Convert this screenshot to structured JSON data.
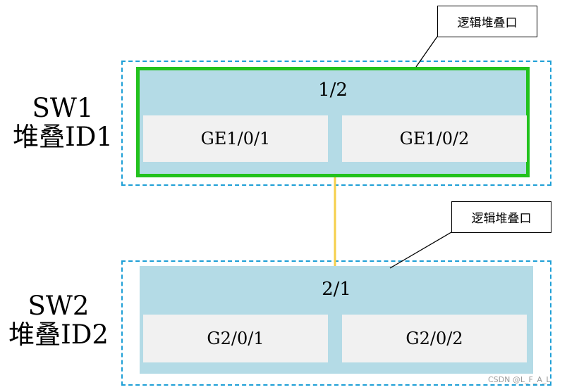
{
  "sw1": {
    "name": "SW1",
    "stack_id": "堆叠ID1",
    "logical_port": "1/2",
    "ports": [
      "GE1/0/1",
      "GE1/0/2"
    ],
    "callout": "逻辑堆叠口"
  },
  "sw2": {
    "name": "SW2",
    "stack_id": "堆叠ID2",
    "logical_port": "2/1",
    "ports": [
      "G2/0/1",
      "G2/0/2"
    ],
    "callout": "逻辑堆叠口"
  },
  "colors": {
    "frame_dashed": "#1e9fd6",
    "stack_fill": "#b4dbe6",
    "port_fill": "#f1f1f1",
    "selected_border": "#22c21d",
    "link_line": "#f5cf4a"
  },
  "watermark": "CSDN @L_F_A_L"
}
